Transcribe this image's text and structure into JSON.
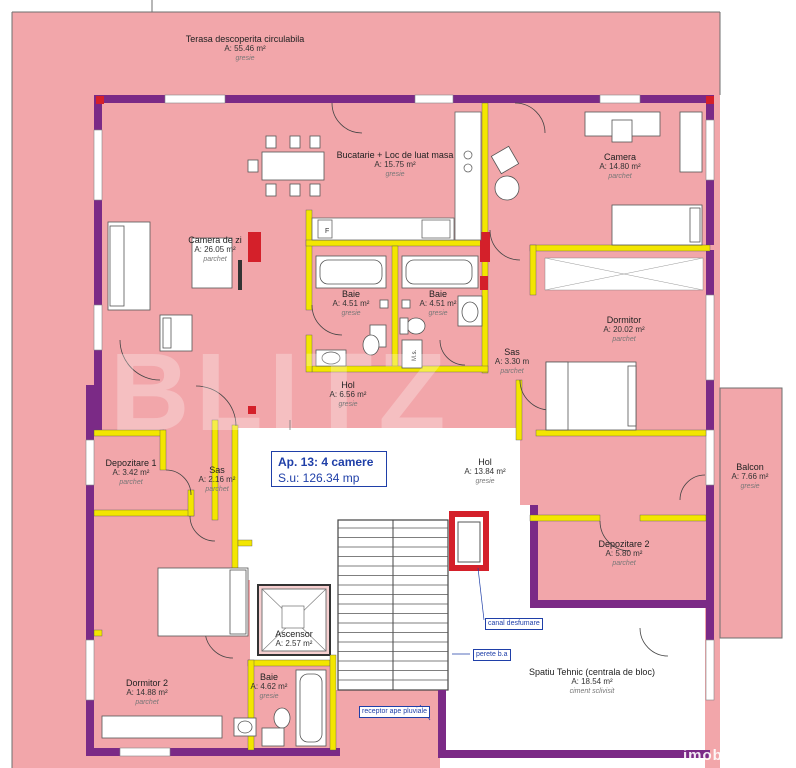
{
  "watermark": "BLITZ",
  "apartment": {
    "title": "Ap. 13: 4 camere",
    "surface": "S.u: 126.34 mp"
  },
  "rooms": [
    {
      "id": "terasa",
      "name": "Terasa descoperita circulabila",
      "area": "A: 55.46 m²",
      "material": "gresie"
    },
    {
      "id": "bucatarie",
      "name": "Bucatarie + Loc de luat masa",
      "area": "A: 15.75 m²",
      "material": "gresie"
    },
    {
      "id": "camera",
      "name": "Camera",
      "area": "A: 14.80 m²",
      "material": "parchet"
    },
    {
      "id": "camera-zi",
      "name": "Camera de zi",
      "area": "A: 26.05 m²",
      "material": "parchet"
    },
    {
      "id": "baie-1",
      "name": "Baie",
      "area": "A: 4.51 m²",
      "material": "gresie"
    },
    {
      "id": "baie-2",
      "name": "Baie",
      "area": "A: 4.51 m²",
      "material": "gresie"
    },
    {
      "id": "dormitor-1",
      "name": "Dormitor",
      "area": "A: 20.02 m²",
      "material": "parchet"
    },
    {
      "id": "sas-right",
      "name": "Sas",
      "area": "A: 3.30 m",
      "material": "parchet"
    },
    {
      "id": "hol-top",
      "name": "Hol",
      "area": "A: 6.56 m²",
      "material": "gresie"
    },
    {
      "id": "depozitare-1",
      "name": "Depozitare 1",
      "area": "A: 3.42 m²",
      "material": "parchet"
    },
    {
      "id": "sas-left",
      "name": "Sas",
      "area": "A: 2.16 m²",
      "material": "parchet"
    },
    {
      "id": "hol-main",
      "name": "Hol",
      "area": "A: 13.84 m²",
      "material": "gresie"
    },
    {
      "id": "balcon",
      "name": "Balcon",
      "area": "A: 7.66 m²",
      "material": "gresie"
    },
    {
      "id": "depozitare-2",
      "name": "Depozitare 2",
      "area": "A: 5.80 m²",
      "material": "parchet"
    },
    {
      "id": "ascensor",
      "name": "Ascensor",
      "area": "A: 2.57 m²",
      "material": ""
    },
    {
      "id": "dormitor-2",
      "name": "Dormitor 2",
      "area": "A: 14.88 m²",
      "material": "parchet"
    },
    {
      "id": "baie-3",
      "name": "Baie",
      "area": "A: 4.62 m²",
      "material": "gresie"
    },
    {
      "id": "spatiu-tehnic",
      "name": "Spatiu Tehnic (centrala de bloc)",
      "area": "A: 18.54 m²",
      "material": "ciment sclivisit"
    }
  ],
  "fixtures": {
    "fridge": "F",
    "machine": "M.s."
  },
  "tags": {
    "canal": "canal desfumare",
    "perete": "perete b.a",
    "receptor": "receptor ape pluviale"
  },
  "branding": "imobiliare.ro",
  "colors": {
    "room": "#f2a6aa",
    "wall_ext": "#7b2a86",
    "wall_int": "#f3e600",
    "structural": "#d4202a",
    "window": "#ffffff",
    "tag_blue": "#1f3fa8",
    "border": "#6f6f6f"
  }
}
